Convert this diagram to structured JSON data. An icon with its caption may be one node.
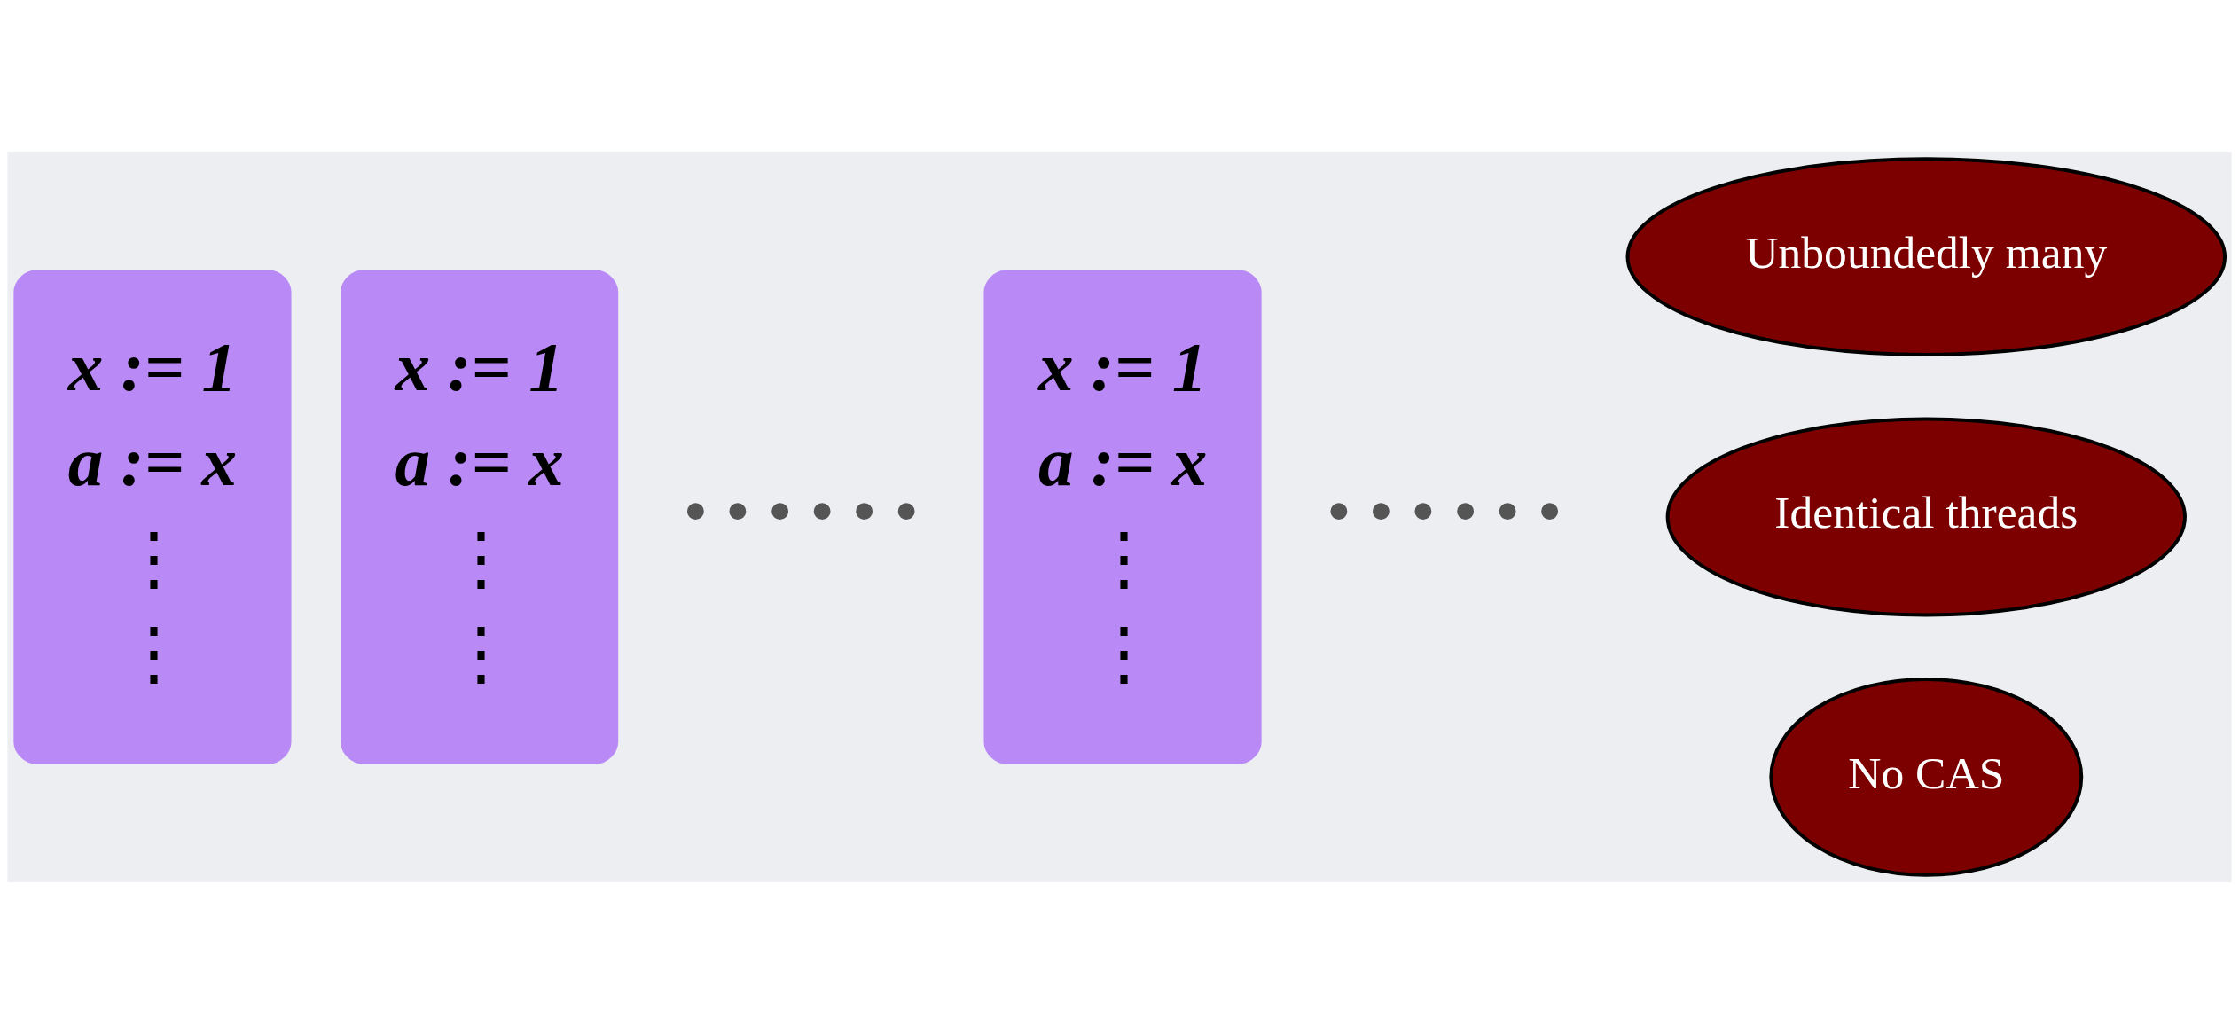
{
  "diagram": {
    "nodes": [
      {
        "text": [
          "x := 1",
          "a := x",
          "⋮",
          "⋮"
        ]
      },
      {
        "text": [
          "x := 1",
          "a := x",
          "⋮",
          "⋮"
        ]
      },
      {
        "text": [
          "x := 1",
          "a := x",
          "⋮",
          "⋮"
        ]
      },
      {
        "text": [
          "Unboundedly many"
        ]
      },
      {
        "text": [
          "Identical threads"
        ]
      },
      {
        "text": [
          "No CAS"
        ]
      }
    ],
    "edges": [],
    "labels": [
      "• • • • • •",
      "• • • • • •"
    ]
  }
}
